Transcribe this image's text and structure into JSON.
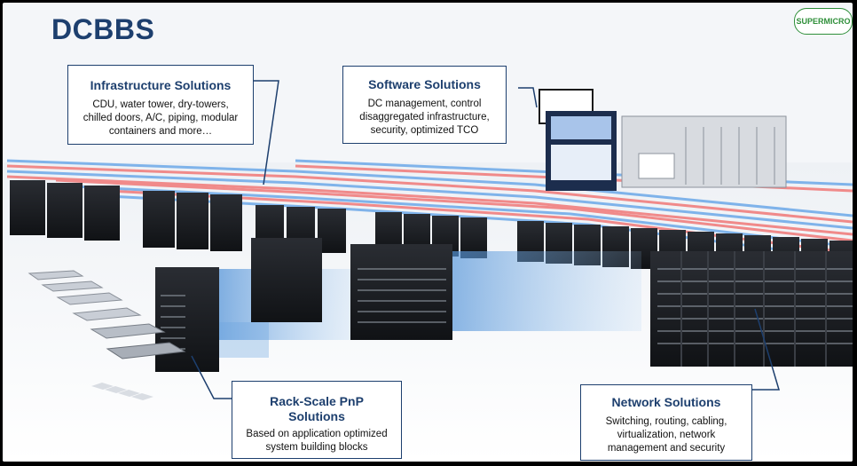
{
  "title": "DCBBS",
  "logo_text": "SUPERMICRO",
  "colors": {
    "title": "#1d3f6e",
    "callout_border": "#1d3f6e",
    "hot_pipe": "#f08a8a",
    "cold_pipe": "#7fb3ea",
    "logo": "#2f8f3a"
  },
  "callouts": {
    "infrastructure": {
      "title": "Infrastructure Solutions",
      "body": "CDU, water tower, dry-towers,\nchilled doors, A/C, piping, modular\ncontainers and more…"
    },
    "software": {
      "title": "Software Solutions",
      "body": "DC management, control\ndisaggregated infrastructure,\nsecurity, optimized TCO"
    },
    "rack_scale": {
      "title": "Rack-Scale PnP\nSolutions",
      "body": "Based on application optimized\nsystem building blocks"
    },
    "network": {
      "title": "Network Solutions",
      "body": "Switching, routing, cabling,\nvirtualization, network\nmanagement and security"
    }
  }
}
